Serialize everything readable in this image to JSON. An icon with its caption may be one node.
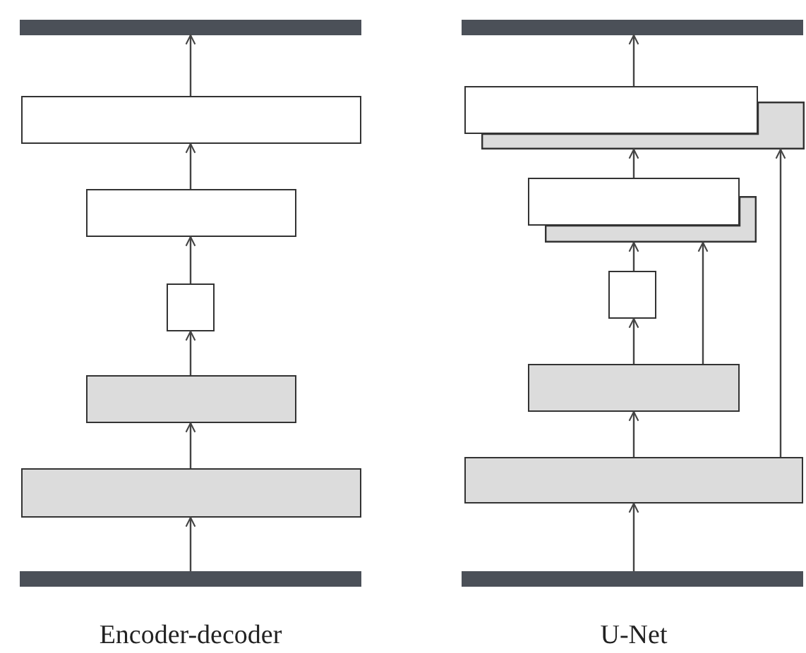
{
  "diagram": {
    "nodes": [
      {
        "text": [],
        "shape": "bar"
      },
      {
        "text": [],
        "shape": "box"
      },
      {
        "text": [],
        "shape": "box"
      },
      {
        "text": [],
        "shape": "box"
      },
      {
        "text": [],
        "shape": "box"
      },
      {
        "text": [],
        "shape": "box"
      },
      {
        "text": [],
        "shape": "bar"
      },
      {
        "text": [],
        "shape": "bar"
      },
      {
        "text": [],
        "shape": "box"
      },
      {
        "text": [],
        "shape": "box"
      },
      {
        "text": [],
        "shape": "box"
      },
      {
        "text": [],
        "shape": "box"
      },
      {
        "text": [],
        "shape": "box"
      },
      {
        "text": [],
        "shape": "box"
      },
      {
        "text": [],
        "shape": "box"
      },
      {
        "text": [],
        "shape": "bar"
      }
    ],
    "edges": [
      {
        "from": 0,
        "to": 1,
        "arrow": "to"
      },
      {
        "from": 1,
        "to": 2,
        "arrow": "to"
      },
      {
        "from": 2,
        "to": 3,
        "arrow": "to"
      },
      {
        "from": 3,
        "to": 4,
        "arrow": "to"
      },
      {
        "from": 4,
        "to": 5,
        "arrow": "to"
      },
      {
        "from": 5,
        "to": 6,
        "arrow": "to"
      },
      {
        "from": 7,
        "to": 8,
        "arrow": "to"
      },
      {
        "from": 8,
        "to": 9,
        "arrow": "to"
      },
      {
        "from": 9,
        "to": 10,
        "arrow": "to"
      },
      {
        "from": 10,
        "to": 12,
        "arrow": "to"
      },
      {
        "from": 9,
        "to": 12,
        "arrow": "to"
      },
      {
        "from": 11,
        "to": 14,
        "arrow": "to"
      },
      {
        "from": 8,
        "to": 14,
        "arrow": "to"
      },
      {
        "from": 13,
        "to": 15,
        "arrow": "to"
      }
    ],
    "labels": [
      "Encoder-decoder",
      "U-Net"
    ]
  }
}
